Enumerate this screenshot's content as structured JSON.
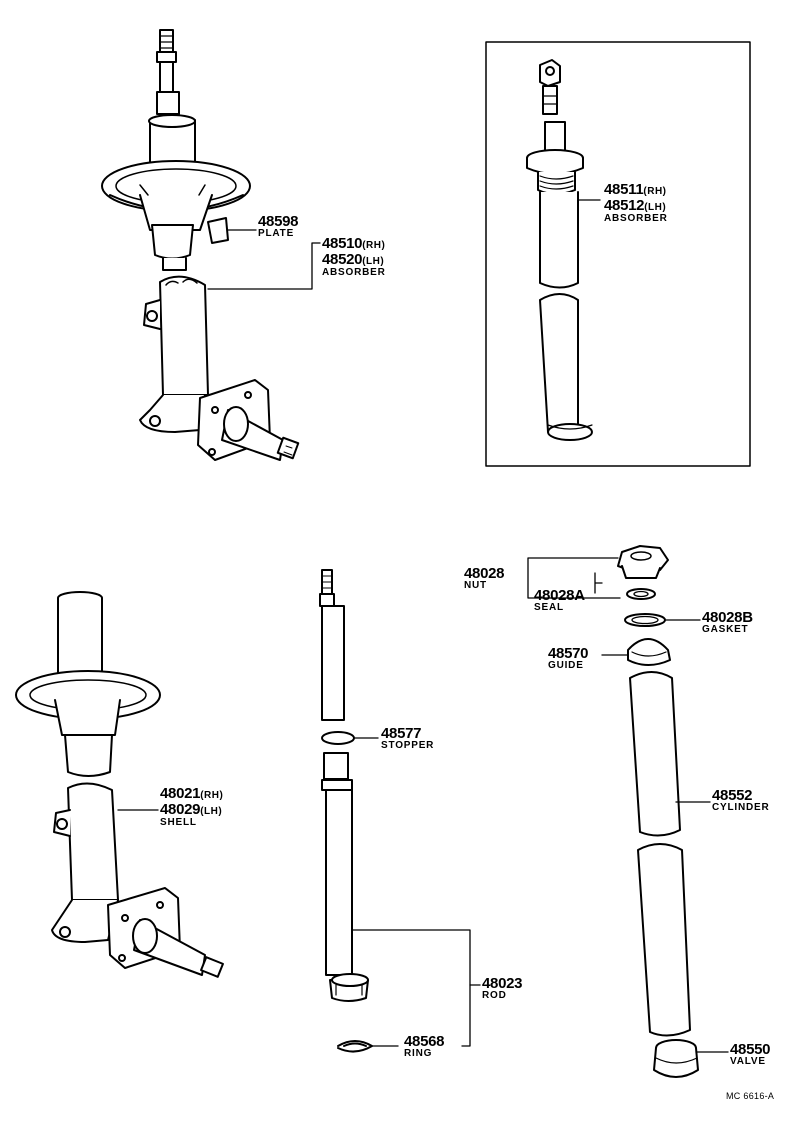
{
  "callouts": {
    "plate": {
      "number": "48598",
      "name": "PLATE"
    },
    "absorber_front": {
      "rh_number": "48510",
      "rh_suffix": "(RH)",
      "lh_number": "48520",
      "lh_suffix": "(LH)",
      "name": "ABSORBER"
    },
    "absorber_insert": {
      "rh_number": "48511",
      "rh_suffix": "(RH)",
      "lh_number": "48512",
      "lh_suffix": "(LH)",
      "name": "ABSORBER"
    },
    "shell": {
      "rh_number": "48021",
      "rh_suffix": "(RH)",
      "lh_number": "48029",
      "lh_suffix": "(LH)",
      "name": "SHELL"
    },
    "stopper": {
      "number": "48577",
      "name": "STOPPER"
    },
    "rod": {
      "number": "48023",
      "name": "ROD"
    },
    "ring": {
      "number": "48568",
      "name": "RING"
    },
    "nut": {
      "number": "48028",
      "name": "NUT"
    },
    "seal": {
      "number": "48028A",
      "name": "SEAL"
    },
    "gasket": {
      "number": "48028B",
      "name": "GASKET"
    },
    "guide": {
      "number": "48570",
      "name": "GUIDE"
    },
    "cylinder": {
      "number": "48552",
      "name": "CYLINDER"
    },
    "valve": {
      "number": "48550",
      "name": "VALVE"
    }
  },
  "drawing_code": "MC 6616-A"
}
